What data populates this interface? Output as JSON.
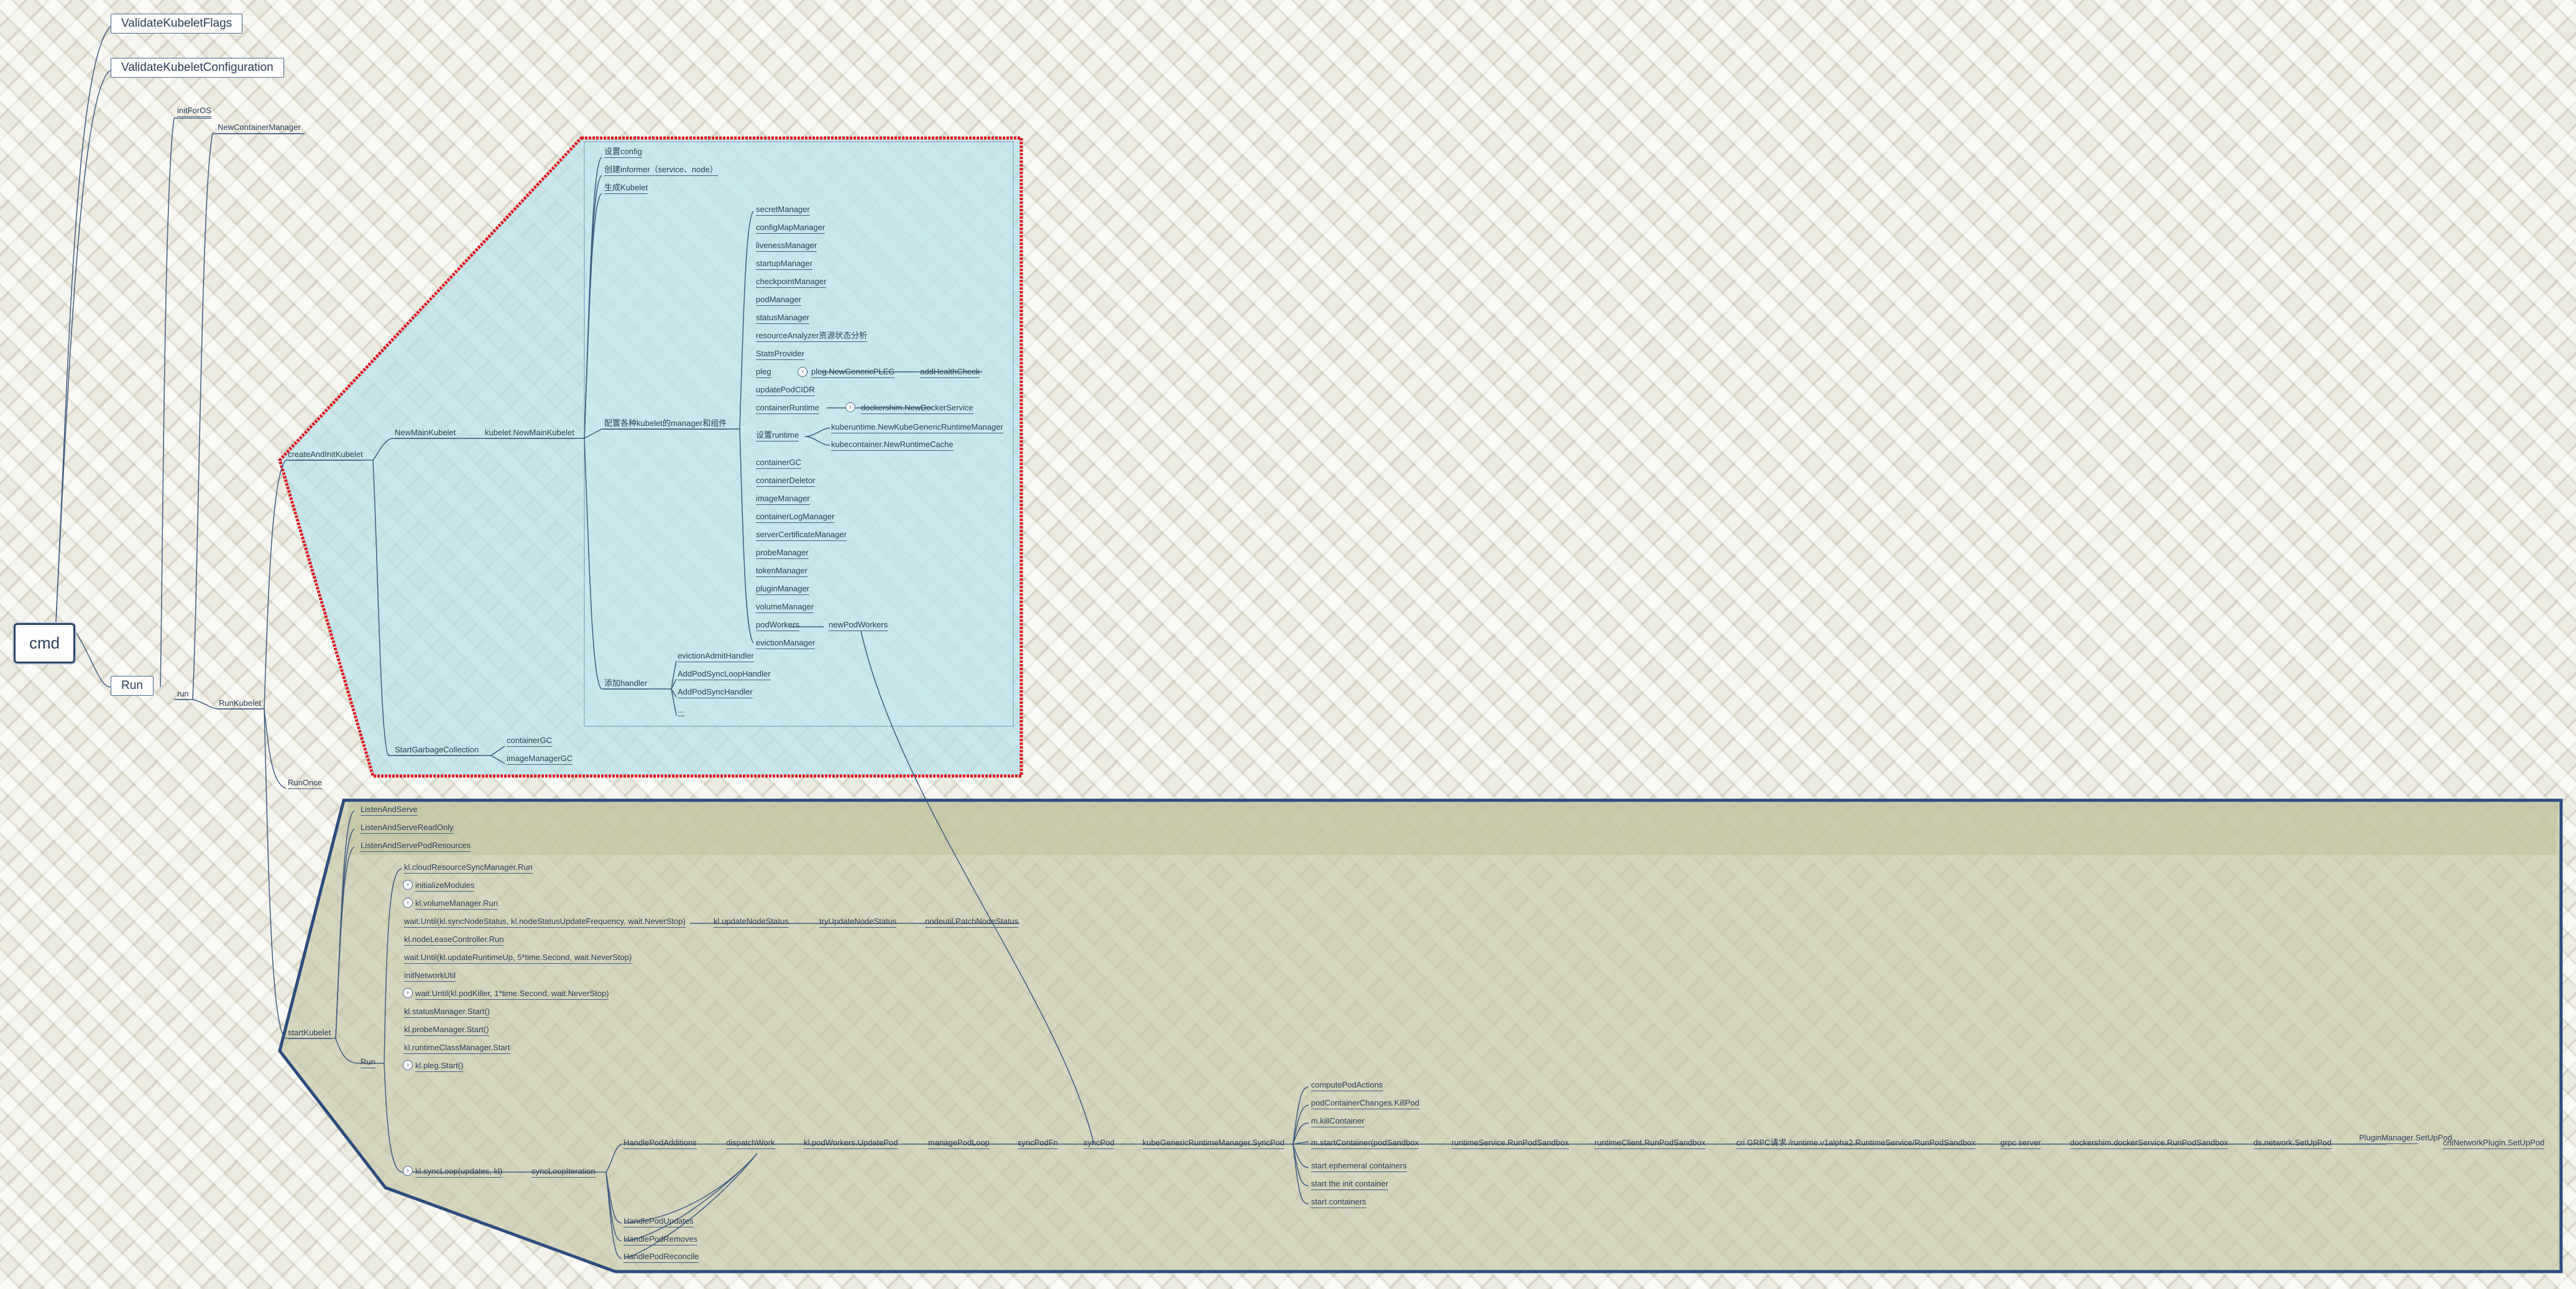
{
  "root": "cmd",
  "top_nodes": {
    "validate_flags": "ValidateKubeletFlags",
    "validate_config": "ValidateKubeletConfiguration",
    "run": "Run"
  },
  "run_branch": {
    "initForOS": "initForOS",
    "newContainerManager": "NewContainerManager",
    "run_lower": "run",
    "runKubelet": "RunKubelet",
    "createAndInitKubelet": "createAndInitKubelet",
    "runOnce": "RunOnce",
    "startKubelet": "startKubelet"
  },
  "create_group": {
    "newMainKubelet": "NewMainKubelet",
    "klNewMainKubelet": "kubelet.NewMainKubelet",
    "config": "设置config",
    "informer": "创建informer（service、node）",
    "genKubelet": "生成Kubelet",
    "managers_title": "配置各种kubelet的manager和组件",
    "addHandler": "添加handler",
    "startGC": "StartGarbageCollection",
    "containerGC": "containerGC",
    "imageManagerGC": "imageManagerGC",
    "handlers": [
      "evictionAdmitHandler",
      "AddPodSyncLoopHandler",
      "AddPodSyncHandler",
      "..."
    ],
    "managers": [
      "secretManager",
      "configMapManager",
      "livenessManager",
      "startupManager",
      "checkpointManager",
      "podManager",
      "statusManager",
      "resourceAnalyzer资源状态分析",
      "StatsProvider",
      "pleg",
      "updatePodCIDR",
      "containerRuntime",
      "设置runtime",
      "containerGC",
      "containerDeletor",
      "imageManager",
      "containerLogManager",
      "serverCertificateManager",
      "probeManager",
      "tokenManager",
      "pluginManager",
      "volumeManager",
      "podWorkers",
      "evictionManager"
    ],
    "plegNew": "pleg.NewGenericPLEG",
    "addHealthCheck": "addHealthCheck",
    "dockershim": "dockershim.NewDockerService",
    "kuberuntime": "kuberuntime.NewKubeGenericRuntimeManager",
    "runtimeCache": "kubecontainer.NewRuntimeCache",
    "newPodWorkers": "newPodWorkers"
  },
  "start_group": {
    "listenAndServe": "ListenAndServe",
    "listenAndServeReadOnly": "ListenAndServeReadOnly",
    "listenAndServePodResources": "ListenAndServePodResources",
    "run": "Run",
    "run_items": [
      "kl.cloudResourceSyncManager.Run",
      "initializeModules",
      "kl.volumeManager.Run",
      "wait.Until(kl.syncNodeStatus, kl.nodeStatusUpdateFrequency, wait.NeverStop)",
      "kl.nodeLeaseController.Run",
      "wait.Until(kl.updateRuntimeUp, 5*time.Second, wait.NeverStop)",
      "initNetworkUtil",
      "wait.Until(kl.podKiller, 1*time.Second, wait.NeverStop)",
      "kl.statusManager.Start()",
      "kl.probeManager.Start()",
      "kl.runtimeClassManager.Start",
      "kl.pleg.Start()"
    ],
    "nodeStatusChain": [
      "kl.updateNodeStatus",
      "tryUpdateNodeStatus",
      "nodeutil.PatchNodeStatus"
    ],
    "syncLoop": "kl.syncLoop(updates, kl)",
    "syncLoopIteration": "syncLoopIteration",
    "handlePodAdditions": "HandlePodAdditions",
    "dispatchWork": "dispatchWork",
    "updatePod": "kl.podWorkers.UpdatePod",
    "managePodLoop": "managePodLoop",
    "syncPodFn": "syncPodFn",
    "syncPod": "syncPod",
    "kubeGenericSyncPod": "kubeGenericRuntimeManager.SyncPod",
    "syncPodChildren": [
      "computePodActions",
      "podContainerChanges.KillPod",
      "m.killContainer",
      "m.startContainer(podSandbox",
      "start ephemeral containers",
      "start the init container",
      "start containers"
    ],
    "runtimeChain": [
      "runtimeService.RunPodSandbox",
      "runtimeClient.RunPodSandbox",
      "cri GRPC请求 /runtime.v1alpha2.RuntimeService/RunPodSandbox",
      "grpc server",
      "dockershim.dockerService.RunPodSandbox",
      "ds.network.SetUpPod",
      "PluginManager.SetUpPod",
      "cniNetworkPlugin.SetUpPod"
    ],
    "handleOthers": [
      "HandlePodUpdates",
      "HandlePodRemoves",
      "HandlePodReconcile"
    ]
  },
  "colors": {
    "line": "#3e5c80",
    "create_fill": "#b6e0ea",
    "create_border": "#e0141b",
    "start_fill": "#cbcdb0",
    "start_border": "#2a4d80"
  }
}
